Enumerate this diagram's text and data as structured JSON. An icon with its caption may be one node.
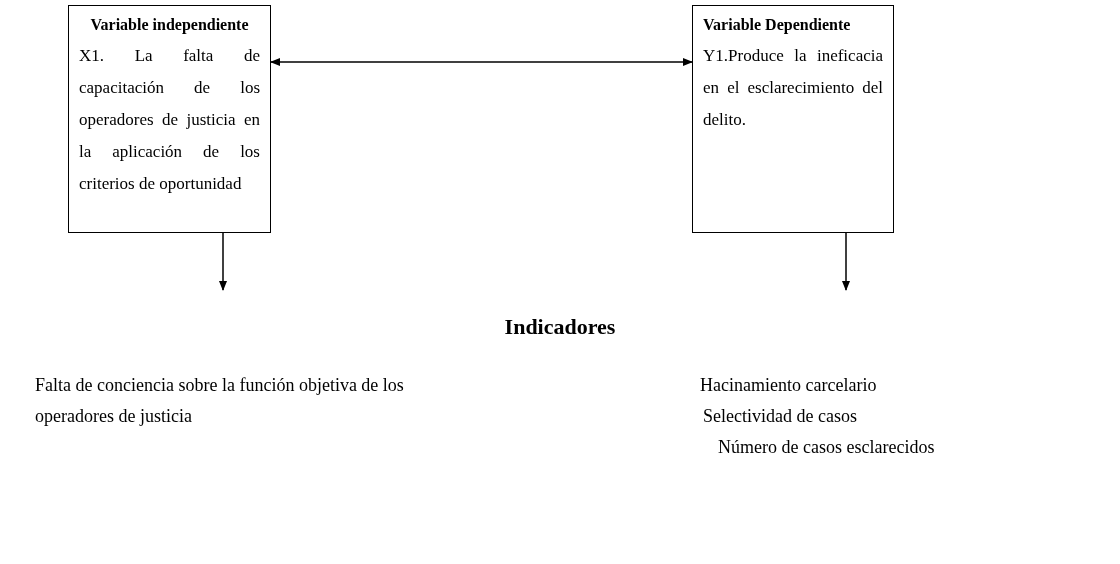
{
  "diagram": {
    "nodes": [
      {
        "text": [
          "Variable independiente",
          "X1. La falta de capacitación de los operadores de justicia en la aplicación de los criterios de oportunidad"
        ]
      },
      {
        "text": [
          "Variable Dependiente",
          "Y1.Produce la ineficacia en el esclarecimiento del delito."
        ]
      }
    ],
    "edges": [
      {
        "from": 0,
        "to": 1,
        "arrow": "both"
      },
      {
        "from": 0,
        "to": null,
        "arrow": "to"
      },
      {
        "from": 1,
        "to": null,
        "arrow": "to"
      }
    ],
    "labels": [
      "Indicadores",
      "Falta de conciencia sobre la función objetiva de los operadores de justicia",
      "Hacinamiento carcelario",
      "Selectividad de casos",
      "Número de casos esclarecidos"
    ]
  }
}
